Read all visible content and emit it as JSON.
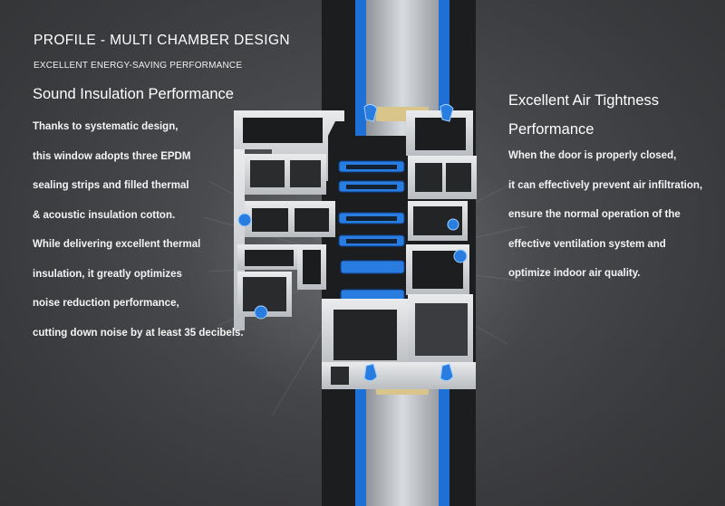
{
  "header": {
    "title": "PROFILE - MULTI CHAMBER DESIGN",
    "subtitle": "EXCELLENT ENERGY-SAVING PERFORMANCE"
  },
  "left_panel": {
    "heading": "Sound Insulation Performance",
    "lines": [
      "Thanks to systematic design,",
      "this window adopts three EPDM",
      "sealing strips and filled thermal",
      "& acoustic insulation cotton.",
      "While delivering excellent thermal",
      "insulation, it greatly optimizes",
      "noise reduction performance,",
      "cutting  down noise by at least 35 decibels."
    ]
  },
  "right_panel": {
    "heading_lines": [
      "Excellent Air Tightness",
      "Performance"
    ],
    "lines": [
      "When the door is properly closed,",
      "it can effectively prevent air infiltration,",
      "ensure the normal operation of the",
      "effective ventilation system and",
      "optimize indoor air quality."
    ]
  },
  "colors": {
    "background": "#3a3b3d",
    "text": "#ffffff",
    "seal_blue": "#2a7de0",
    "insulation_cotton": "#d9c58a",
    "glass": "#c9ccd1"
  }
}
